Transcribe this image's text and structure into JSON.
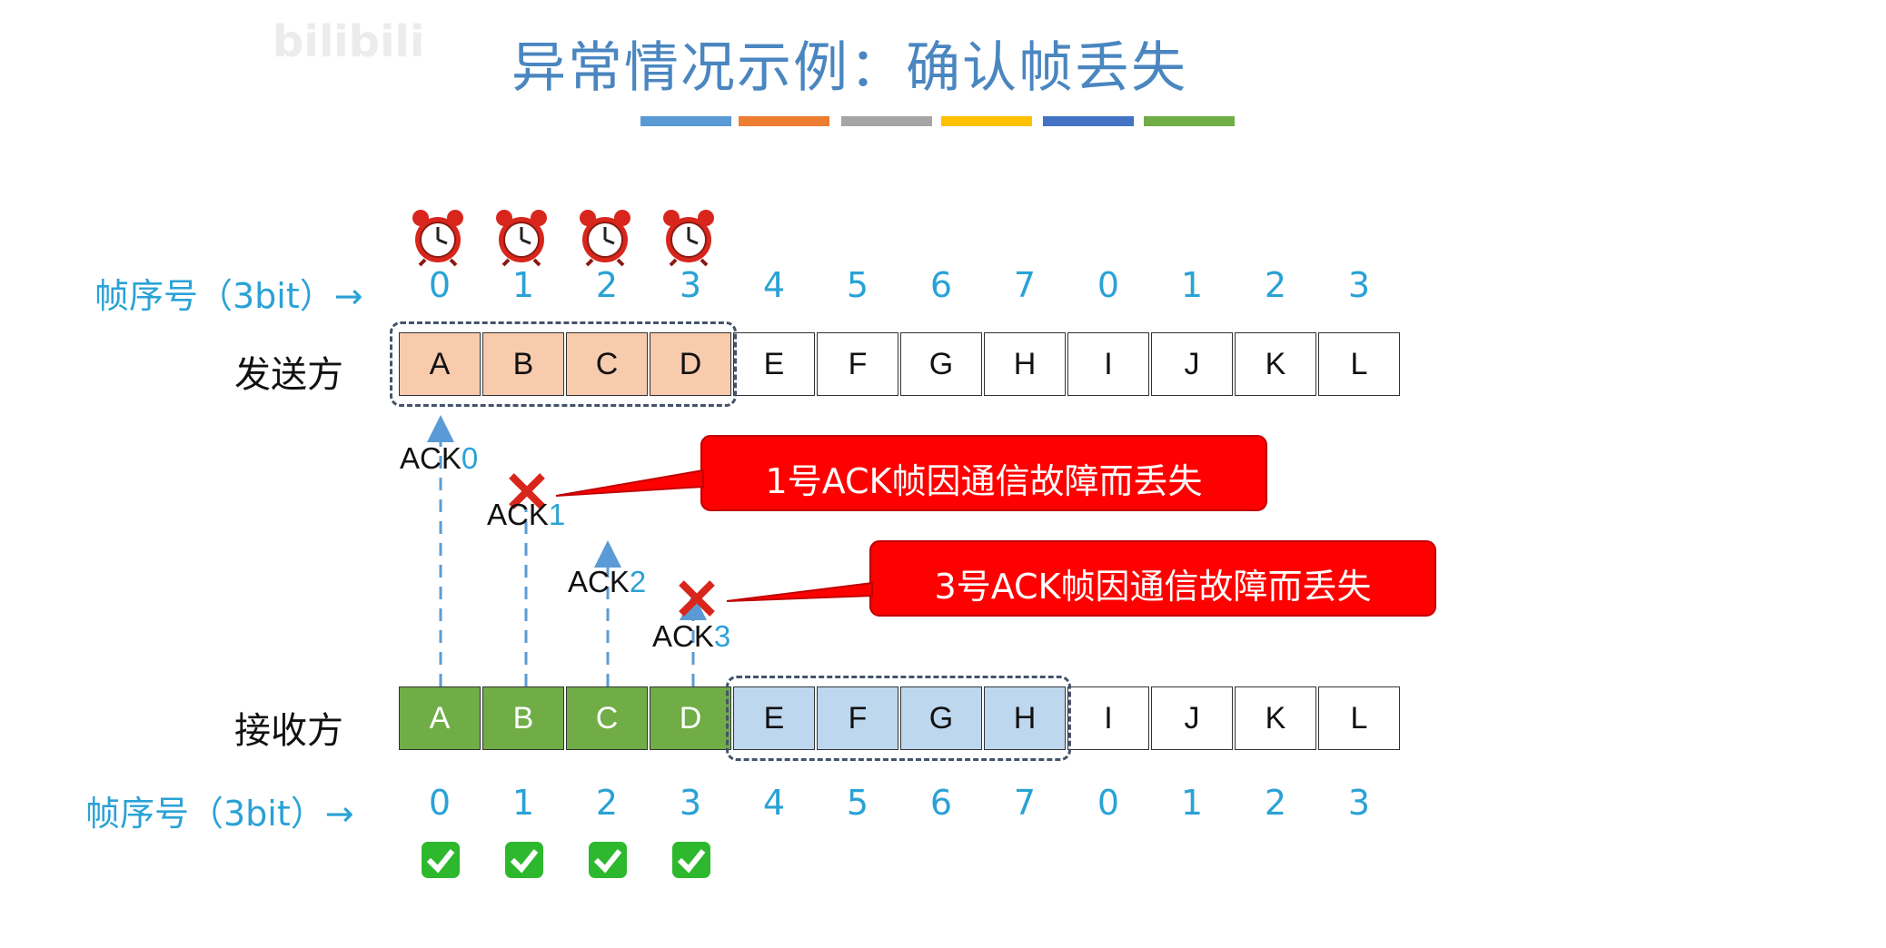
{
  "watermark": "bilibili",
  "title": "异常情况示例：确认帧丢失",
  "title_bar_colors": [
    "#5b9bd5",
    "#ed7d31",
    "#a5a5a5",
    "#ffc000",
    "#4472c4",
    "#70ad47"
  ],
  "seq_label": "帧序号（3bit）→",
  "seq_numbers": [
    "0",
    "1",
    "2",
    "3",
    "4",
    "5",
    "6",
    "7",
    "0",
    "1",
    "2",
    "3"
  ],
  "sender": {
    "label": "发送方",
    "frames": [
      "A",
      "B",
      "C",
      "D",
      "E",
      "F",
      "G",
      "H",
      "I",
      "J",
      "K",
      "L"
    ],
    "window_color": "#f8cbad",
    "timer_icon": "alarm-clock-icon"
  },
  "receiver": {
    "label": "接收方",
    "frames": [
      "A",
      "B",
      "C",
      "D",
      "E",
      "F",
      "G",
      "H",
      "I",
      "J",
      "K",
      "L"
    ],
    "received_color": "#70ad47",
    "window_color": "#bdd7ee",
    "check_icon": "check-mark-icon"
  },
  "acks": [
    {
      "prefix": "ACK",
      "num": "0",
      "lost": false
    },
    {
      "prefix": "ACK",
      "num": "1",
      "lost": true
    },
    {
      "prefix": "ACK",
      "num": "2",
      "lost": false
    },
    {
      "prefix": "ACK",
      "num": "3",
      "lost": true
    }
  ],
  "callouts": [
    {
      "text": "1号ACK帧因通信故障而丢失"
    },
    {
      "text": "3号ACK帧因通信故障而丢失"
    }
  ]
}
